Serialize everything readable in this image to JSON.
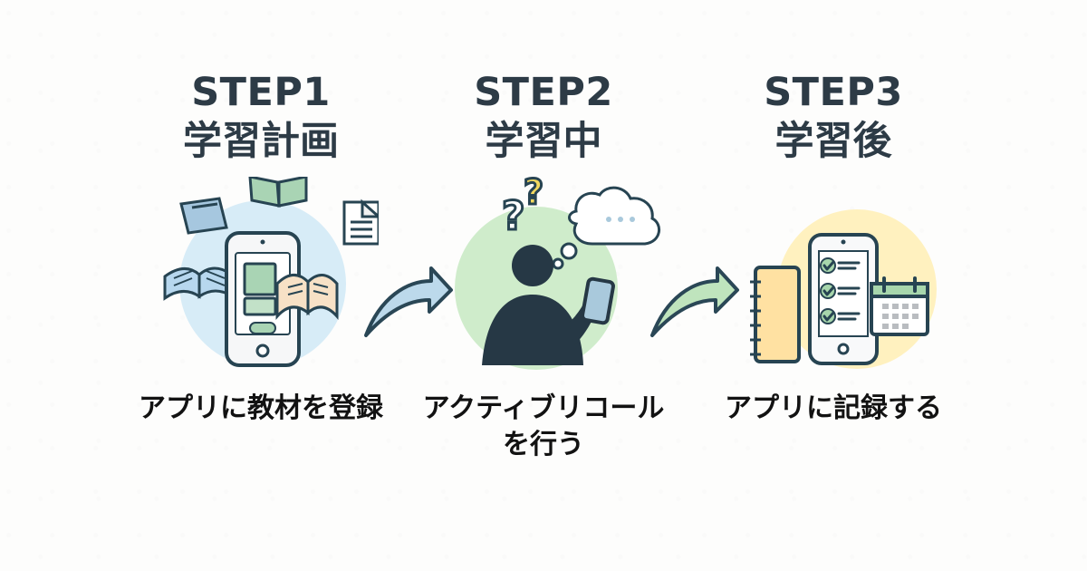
{
  "steps": [
    {
      "title": "STEP1",
      "subtitle": "学習計画",
      "caption": "アプリに教材を登録",
      "icon": "book-and-phone-icon",
      "accent": "#cfe8f7"
    },
    {
      "title": "STEP2",
      "subtitle": "学習中",
      "caption": "アクティブリコール",
      "caption_line2": "を行う",
      "icon": "person-thinking-icon",
      "accent": "#cfeccb"
    },
    {
      "title": "STEP3",
      "subtitle": "学習後",
      "caption": "アプリに記録する",
      "icon": "checklist-calendar-icon",
      "accent": "#fff0b8"
    }
  ],
  "arrows": [
    {
      "icon": "arrow-right-icon",
      "color": "#bcd9eb"
    },
    {
      "icon": "arrow-right-icon",
      "color": "#bfe4bd"
    }
  ]
}
